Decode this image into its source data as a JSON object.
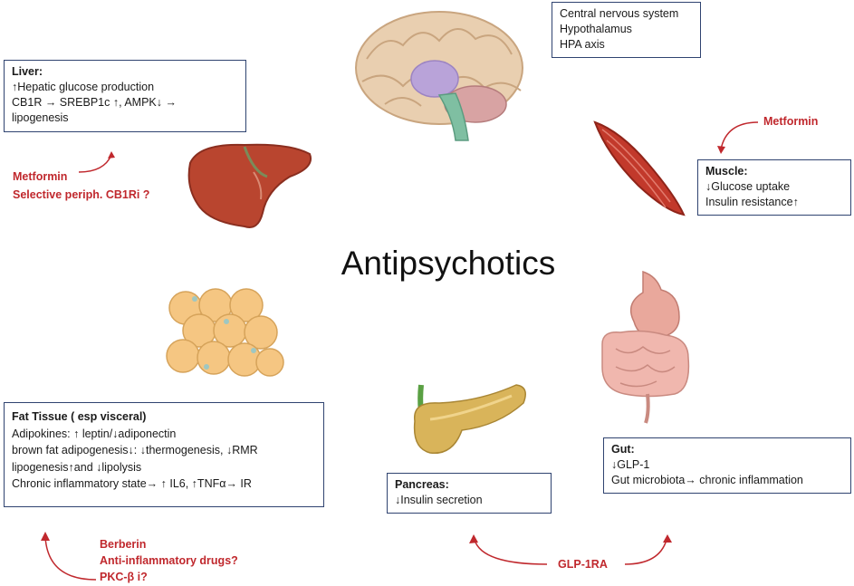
{
  "center": {
    "title": "Antipsychotics"
  },
  "cns": {
    "lines": [
      "Central nervous system",
      "Hypothalamus",
      "HPA axis"
    ]
  },
  "liver": {
    "title": "Liver:",
    "lines": [
      "↑Hepatic glucose production",
      "CB1R → SREBP1c ↑, AMPK↓ →",
      "lipogenesis"
    ],
    "treatments": [
      "Metformin",
      "Selective periph. CB1Ri ?"
    ]
  },
  "muscle": {
    "title": "Muscle:",
    "lines": [
      "↓Glucose uptake",
      "Insulin resistance↑"
    ],
    "treatments": [
      "Metformin"
    ]
  },
  "fat": {
    "title": "Fat Tissue ( esp visceral)",
    "lines": [
      "Adipokines: ↑ leptin/↓adiponectin",
      "brown fat adipogenesis↓: ↓thermogenesis, ↓RMR",
      "lipogenesis↑and ↓lipolysis",
      "Chronic inflammatory state→ ↑ IL6, ↑TNFα→ IR"
    ],
    "treatments": [
      "Berberin",
      "Anti-inflammatory drugs?",
      "PKC-β i?"
    ]
  },
  "pancreas": {
    "title": "Pancreas:",
    "lines": [
      "↓Insulin secretion"
    ]
  },
  "gut": {
    "title": "Gut:",
    "lines": [
      "↓GLP-1",
      "Gut microbiota→ chronic inflammation"
    ]
  },
  "shared_treatment": {
    "label": "GLP-1RA"
  },
  "colors": {
    "box_border": "#2f4370",
    "treatment_red": "#c0282d"
  }
}
